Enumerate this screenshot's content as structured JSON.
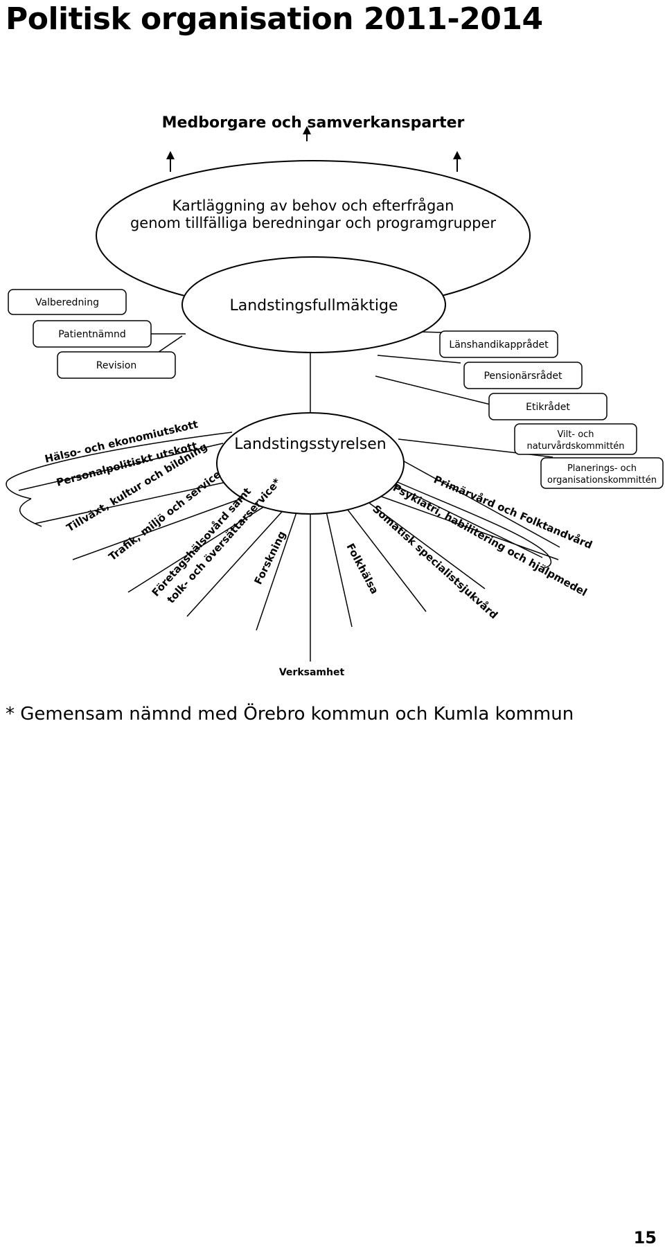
{
  "page": {
    "title": "Politisk organisation 2011-2014",
    "footnote": "* Gemensam nämnd med Örebro kommun och Kumla kommun",
    "page_number": "15"
  },
  "top": {
    "citizens": "Medborgare och samverkansparter",
    "mapping_line1": "Kartläggning av behov och efterfrågan",
    "mapping_line2": "genom tillfälliga beredningar och programgrupper"
  },
  "council": {
    "name": "Landstingsfullmäktige",
    "left_boxes": [
      "Valberedning",
      "Patientnämnd",
      "Revision"
    ],
    "right_boxes": [
      "Länshandikapprådet",
      "Pensionärsrådet",
      "Etikrådet"
    ]
  },
  "board": {
    "name": "Landstingsstyrelsen",
    "committees": [
      [
        "Vilt- och",
        "naturvårdskommittén"
      ],
      [
        "Planerings- och",
        "organisationskommittén"
      ]
    ],
    "left_areas": [
      "Hälso- och ekonomiutskott",
      "Personalpolitiskt utskott",
      "Tillväxt, kultur och bildning",
      "Trafik, miljö och service",
      "Företagshälsovård samt",
      "tolk- och översättarservice*",
      "Forskning"
    ],
    "right_areas": [
      "Folkhälsa",
      "Somatisk specialistsjukvård",
      "Psykiatri, habilitering och hjälpmedel",
      "Primärvård och Folktandvård"
    ]
  },
  "operations": "Verksamhet"
}
